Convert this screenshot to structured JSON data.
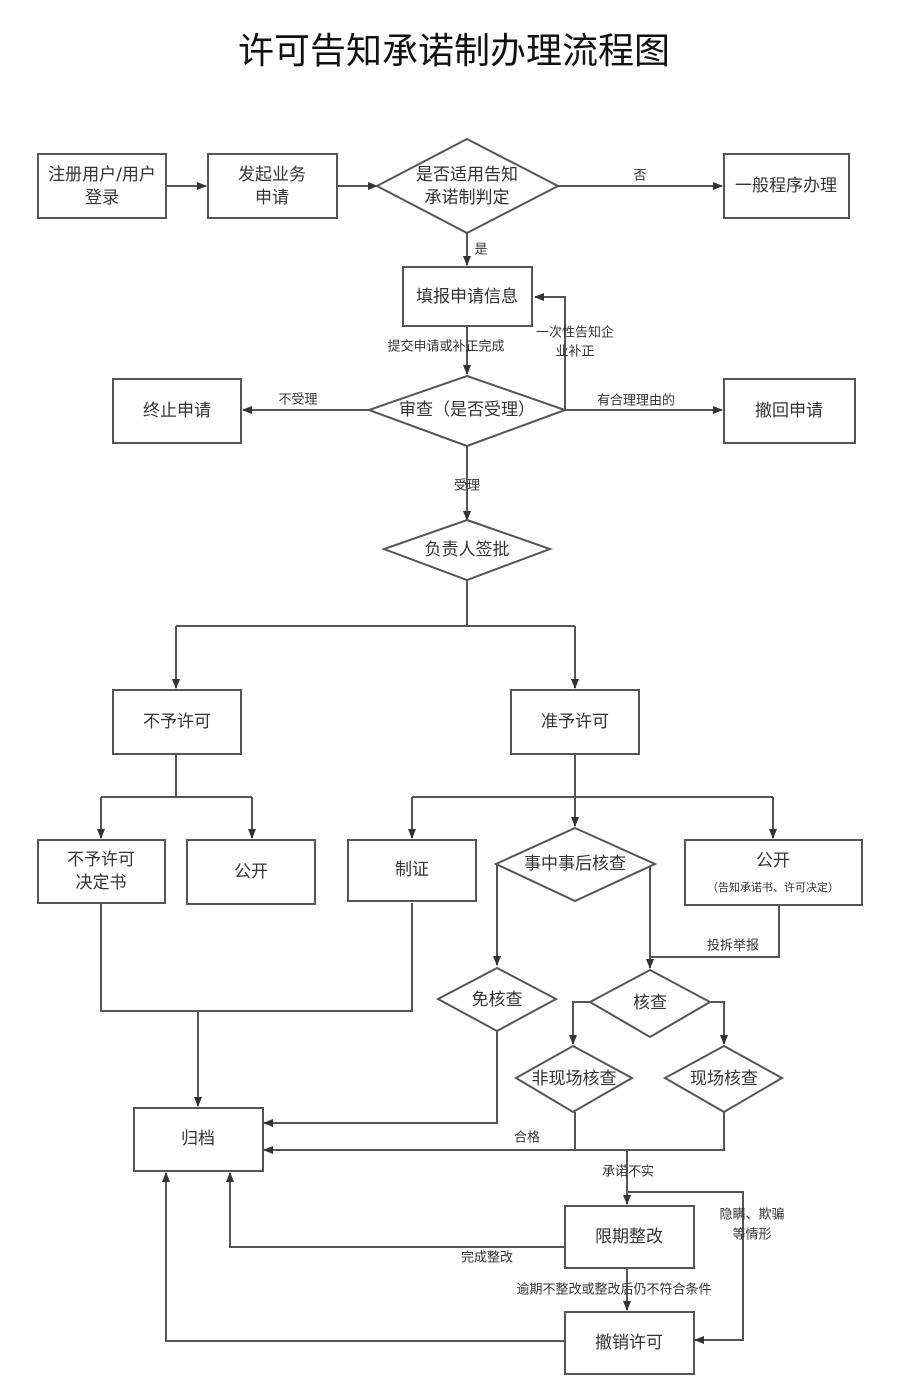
{
  "title": "许可告知承诺制办理流程图",
  "nodes": {
    "register": {
      "shape": "rect",
      "lines": [
        "注册用户/用户",
        "登录"
      ]
    },
    "start_business": {
      "shape": "rect",
      "lines": [
        "发起业务",
        "申请"
      ]
    },
    "applicable_decision": {
      "shape": "diamond",
      "lines": [
        "是否适用告知",
        "承诺制判定"
      ]
    },
    "general_procedure": {
      "shape": "rect",
      "lines": [
        "一般程序办理"
      ]
    },
    "fill_application": {
      "shape": "rect",
      "lines": [
        "填报申请信息"
      ]
    },
    "review": {
      "shape": "diamond",
      "lines": [
        "审查（是否受理）"
      ]
    },
    "terminate": {
      "shape": "rect",
      "lines": [
        "终止申请"
      ]
    },
    "withdraw": {
      "shape": "rect",
      "lines": [
        "撤回申请"
      ]
    },
    "approval": {
      "shape": "diamond",
      "lines": [
        "负责人签批"
      ]
    },
    "deny": {
      "shape": "rect",
      "lines": [
        "不予许可"
      ]
    },
    "grant": {
      "shape": "rect",
      "lines": [
        "准予许可"
      ]
    },
    "deny_decision": {
      "shape": "rect",
      "lines": [
        "不予许可",
        "决定书"
      ]
    },
    "deny_public": {
      "shape": "rect",
      "lines": [
        "公开"
      ]
    },
    "issue_cert": {
      "shape": "rect",
      "lines": [
        "制证"
      ]
    },
    "post_check": {
      "shape": "diamond",
      "lines": [
        "事中事后核查"
      ]
    },
    "grant_public": {
      "shape": "rect",
      "lines": [
        "公开"
      ],
      "sub": "（告知承诺书、许可决定）"
    },
    "exempt_check": {
      "shape": "diamond",
      "lines": [
        "免核查"
      ]
    },
    "check": {
      "shape": "diamond",
      "lines": [
        "核查"
      ]
    },
    "offsite_check": {
      "shape": "diamond",
      "lines": [
        "非现场核查"
      ]
    },
    "onsite_check": {
      "shape": "diamond",
      "lines": [
        "现场核查"
      ]
    },
    "archive": {
      "shape": "rect",
      "lines": [
        "归档"
      ]
    },
    "rectify": {
      "shape": "rect",
      "lines": [
        "限期整改"
      ]
    },
    "revoke": {
      "shape": "rect",
      "lines": [
        "撤销许可"
      ]
    }
  },
  "edge_labels": {
    "no": "否",
    "yes": "是",
    "submit": "提交申请或补正完成",
    "one_time_notice": [
      "一次性告知企",
      "业补正"
    ],
    "not_accepted": "不受理",
    "reasonable": "有合理理由的",
    "accepted": "受理",
    "complaint": "投拆举报",
    "qualified": "合格",
    "false_promise": "承诺不实",
    "concealment": [
      "隐瞒、欺骗",
      "等情形"
    ],
    "rectified": "完成整改",
    "overdue": "逾期不整改或整改后仍不符合条件"
  }
}
